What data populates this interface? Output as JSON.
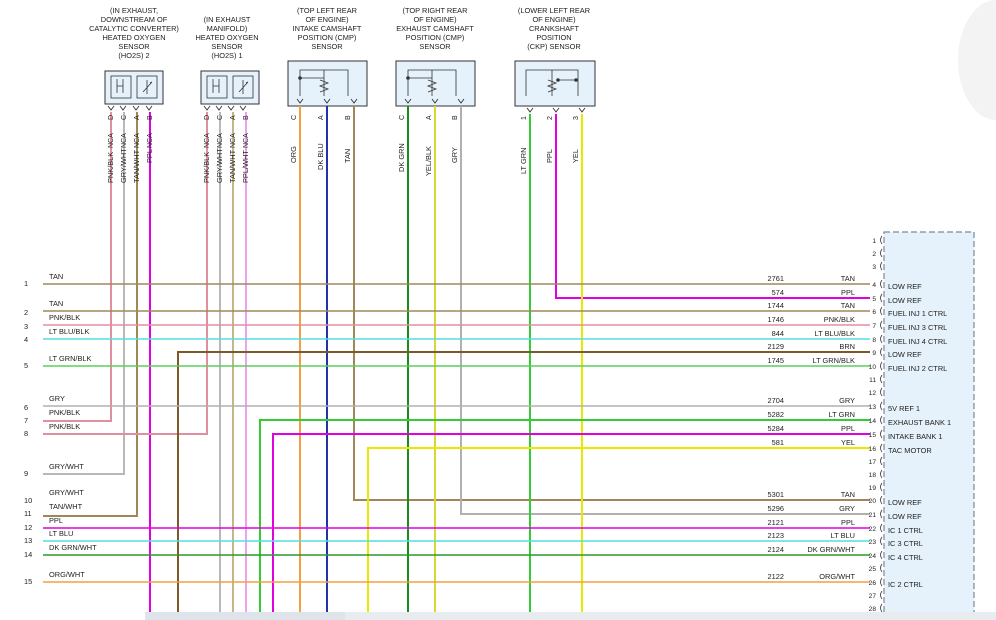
{
  "sensors": [
    {
      "id": "ho2s2",
      "lines": [
        "(IN EXHAUST,",
        "DOWNSTREAM OF",
        "CATALYTIC CONVERTER)",
        "HEATED OXYGEN",
        "SENSOR",
        "(HO2S) 2"
      ],
      "pins": [
        "D",
        "C",
        "A",
        "B"
      ],
      "pin_names": [
        "NCA",
        "NCA",
        "NCA",
        "NCA"
      ],
      "wires": [
        "PNK/BLK",
        "GRY/WHT",
        "TAN/WHT",
        "PPL"
      ]
    },
    {
      "id": "ho2s1",
      "lines": [
        "(IN EXHAUST",
        "MANIFOLD)",
        "HEATED OXYGEN",
        "SENSOR",
        "(HO2S) 1"
      ],
      "pins": [
        "D",
        "C",
        "A",
        "B"
      ],
      "pin_names": [
        "NCA",
        "NCA",
        "NCA",
        "NCA"
      ],
      "wires": [
        "PNK/BLK",
        "GRY/WHT",
        "TAN/WHT",
        "PPL/WHT"
      ]
    },
    {
      "id": "cmp_intake",
      "lines": [
        "(TOP LEFT REAR",
        "OF ENGINE)",
        "INTAKE CAMSHAFT",
        "POSITION (CMP)",
        "SENSOR"
      ],
      "pins": [
        "C",
        "A",
        "B"
      ],
      "wires": [
        "ORG",
        "DK BLU",
        "TAN"
      ]
    },
    {
      "id": "cmp_exhaust",
      "lines": [
        "(TOP RIGHT REAR",
        "OF ENGINE)",
        "EXHAUST CAMSHAFT",
        "POSITION (CMP)",
        "SENSOR"
      ],
      "pins": [
        "C",
        "A",
        "B"
      ],
      "wires": [
        "DK GRN",
        "YEL/BLK",
        "GRY"
      ]
    },
    {
      "id": "ckp",
      "lines": [
        "(LOWER LEFT REAR",
        "OF ENGINE)",
        "CRANKSHAFT",
        "POSITION",
        "(CKP) SENSOR"
      ],
      "pins": [
        "1",
        "2",
        "3"
      ],
      "wires": [
        "LT GRN",
        "PPL",
        "YEL"
      ]
    }
  ],
  "rows": [
    {
      "label": "TAN",
      "num": "1",
      "ckt": "2761",
      "color": "TAN",
      "pin": "4",
      "fn": "LOW REF",
      "hex": "#a0875a"
    },
    {
      "label": "",
      "num": "",
      "ckt": "574",
      "color": "PPL",
      "pin": "5",
      "fn": "LOW REF",
      "hex": "#e000e0"
    },
    {
      "label": "TAN",
      "num": "2",
      "ckt": "1744",
      "color": "TAN",
      "pin": "6",
      "fn": "FUEL INJ 1 CTRL",
      "hex": "#a0875a"
    },
    {
      "label": "PNK/BLK",
      "num": "3",
      "ckt": "1746",
      "color": "PNK/BLK",
      "pin": "7",
      "fn": "FUEL INJ 3 CTRL",
      "hex": "#e08fa0"
    },
    {
      "label": "LT BLU/BLK",
      "num": "4",
      "ckt": "844",
      "color": "LT BLU/BLK",
      "pin": "8",
      "fn": "FUEL INJ 4 CTRL",
      "hex": "#55dddd"
    },
    {
      "label": "",
      "num": "",
      "ckt": "2129",
      "color": "BRN",
      "pin": "9",
      "fn": "LOW REF",
      "hex": "#7a5a2a"
    },
    {
      "label": "LT GRN/BLK",
      "num": "5",
      "ckt": "1745",
      "color": "LT GRN/BLK",
      "pin": "10",
      "fn": "FUEL INJ 2 CTRL",
      "hex": "#5ad05a"
    },
    {
      "label": "",
      "num": "",
      "ckt": "",
      "color": "",
      "pin": "11",
      "fn": "",
      "hex": ""
    },
    {
      "label": "",
      "num": "",
      "ckt": "",
      "color": "",
      "pin": "12",
      "fn": "",
      "hex": ""
    },
    {
      "label": "GRY",
      "num": "6",
      "ckt": "2704",
      "color": "GRY",
      "pin": "13",
      "fn": "5V REF 1",
      "hex": "#b0b0b0"
    },
    {
      "label": "PNK/BLK",
      "num": "7",
      "ckt": "5282",
      "color": "LT GRN",
      "pin": "14",
      "fn": "EXHAUST BANK 1",
      "hex": "#33cc33"
    },
    {
      "label": "PNK/BLK",
      "num": "8",
      "ckt": "5284",
      "color": "PPL",
      "pin": "15",
      "fn": "INTAKE BANK 1",
      "hex": "#e000e0"
    },
    {
      "label": "",
      "num": "",
      "ckt": "581",
      "color": "YEL",
      "pin": "16",
      "fn": "TAC MOTOR",
      "hex": "#e8e800"
    },
    {
      "label": "",
      "num": "",
      "ckt": "",
      "color": "",
      "pin": "17",
      "fn": "",
      "hex": ""
    },
    {
      "label": "GRY/WHT",
      "num": "9",
      "ckt": "",
      "color": "",
      "pin": "18",
      "fn": "",
      "hex": "#b8b8b8"
    },
    {
      "label": "",
      "num": "",
      "ckt": "",
      "color": "",
      "pin": "19",
      "fn": "",
      "hex": ""
    },
    {
      "label": "GRY/WHT",
      "num": "10",
      "ckt": "5301",
      "color": "TAN",
      "pin": "20",
      "fn": "LOW REF",
      "hex": "#a0875a"
    },
    {
      "label": "TAN/WHT",
      "num": "11",
      "ckt": "5296",
      "color": "GRY",
      "pin": "21",
      "fn": "LOW REF",
      "hex": "#b0b0b0"
    },
    {
      "label": "PPL",
      "num": "12",
      "ckt": "2121",
      "color": "PPL",
      "pin": "22",
      "fn": "IC 1 CTRL",
      "hex": "#e000e0"
    },
    {
      "label": "LT BLU",
      "num": "13",
      "ckt": "2123",
      "color": "LT BLU",
      "pin": "23",
      "fn": "IC 3 CTRL",
      "hex": "#55dddd"
    },
    {
      "label": "DK GRN/WHT",
      "num": "14",
      "ckt": "2124",
      "color": "DK GRN/WHT",
      "pin": "24",
      "fn": "IC 4 CTRL",
      "hex": "#2a9a2a"
    },
    {
      "label": "",
      "num": "",
      "ckt": "",
      "color": "",
      "pin": "25",
      "fn": "",
      "hex": ""
    },
    {
      "label": "ORG/WHT",
      "num": "15",
      "ckt": "2122",
      "color": "ORG/WHT",
      "pin": "26",
      "fn": "IC 2 CTRL",
      "hex": "#f0a040"
    },
    {
      "label": "",
      "num": "",
      "ckt": "",
      "color": "",
      "pin": "27",
      "fn": "",
      "hex": ""
    },
    {
      "label": "",
      "num": "",
      "ckt": "",
      "color": "",
      "pin": "28",
      "fn": "",
      "hex": ""
    }
  ],
  "top_pins": [
    "1",
    "2",
    "3"
  ],
  "colors": {
    "connector_fill": "#e6f2fb",
    "connector_border": "#7a8a99"
  }
}
